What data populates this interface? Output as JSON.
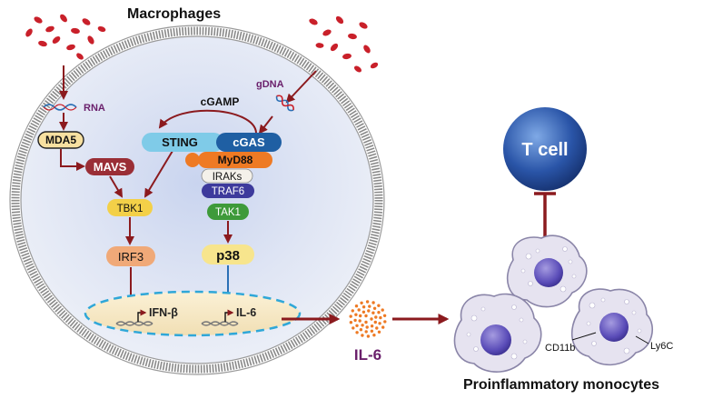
{
  "title": "Macrophages",
  "labels": {
    "rna": "RNA",
    "gdna": "gDNA",
    "cgamp": "cGAMP",
    "mda5": "MDA5",
    "mavs": "MAVS",
    "tbk1": "TBK1",
    "irf3": "IRF3",
    "sting": "STING",
    "cgas": "cGAS",
    "myd88": "MyD88",
    "iraks": "IRAKs",
    "traf6": "TRAF6",
    "tak1": "TAK1",
    "p38": "p38",
    "ifnb": "IFN-β",
    "il6_gene": "IL-6",
    "il6_secreted": "IL-6",
    "tcell": "T cell",
    "cd11b": "CD11b",
    "ly6c": "Ly6C",
    "monocytes": "Proinflammatory monocytes"
  },
  "colors": {
    "arrow": "#8b1a1e",
    "purple_text": "#6a1f6b",
    "rbc": "#c9202a",
    "nucleus_border": "#2fa7d8",
    "tcell": "#2a55a8",
    "sting": "#7fcbe8",
    "cgas": "#1f5fa3",
    "myd88": "#ee7a24",
    "traf6": "#3d3a9c",
    "tak1": "#3e9a3a",
    "tbk1": "#f3d048",
    "mavs": "#9a2e36",
    "irf3": "#f0a978",
    "p38": "#f7e58d",
    "mda5": "#f7e0a0"
  }
}
